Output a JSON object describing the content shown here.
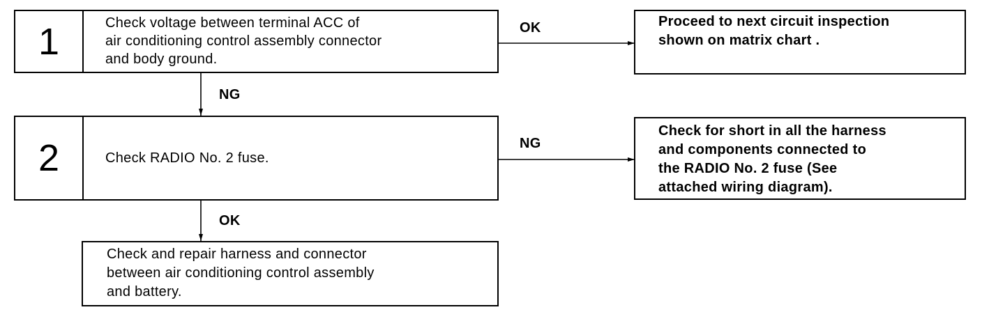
{
  "steps": [
    {
      "number": "1",
      "lines": [
        "Check voltage between terminal ACC of",
        "air conditioning control assembly connector",
        "and body ground."
      ]
    },
    {
      "number": "2",
      "lines": [
        "Check RADIO No. 2 fuse."
      ]
    }
  ],
  "results": [
    {
      "lines": [
        "Proceed to next circuit inspection",
        "shown on matrix chart ."
      ]
    },
    {
      "lines": [
        "Check for short in all the harness",
        "and components connected to",
        "the RADIO No. 2 fuse (See",
        "attached wiring diagram)."
      ]
    }
  ],
  "final": {
    "lines": [
      "Check and repair harness and connector",
      "between air conditioning control assembly",
      "and battery."
    ]
  },
  "labels": {
    "step1_ok": "OK",
    "step1_ng": "NG",
    "step2_ng": "NG",
    "step2_ok": "OK"
  }
}
